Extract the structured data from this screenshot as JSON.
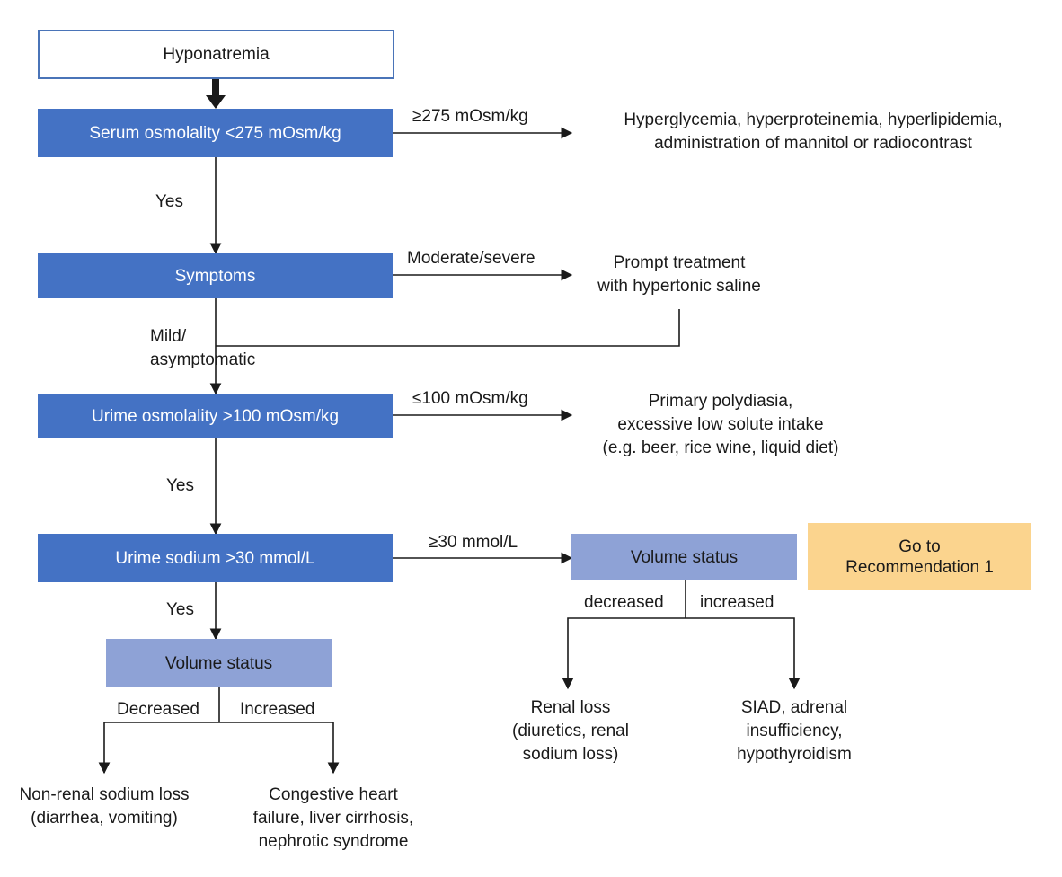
{
  "colors": {
    "decision_box": "#4472c4",
    "volume_status_box": "#8ea2d6",
    "recommendation_box": "#fbd48e",
    "start_box_border": "#4a74b8",
    "line": "#1a1a1a"
  },
  "nodes": {
    "start": "Hyponatremia",
    "serum_osmolality": "Serum osmolality <275 mOsm/kg",
    "symptoms": "Symptoms",
    "urine_osmolality": "Urime osmolality >100 mOsm/kg",
    "urine_sodium": "Urime sodium >30 mmol/L",
    "volume_status_left": "Volume status",
    "volume_status_right": "Volume status",
    "go_to_recommendation": "Go to\nRecommendation 1"
  },
  "branch_labels": {
    "osm_high": "≥275 mOsm/kg",
    "yes_1": "Yes",
    "moderate_severe": "Moderate/severe",
    "mild_asymptomatic": "Mild/\nasymptomatic",
    "urine_osm_low": "≤100 mOsm/kg",
    "yes_2": "Yes",
    "sodium_high": "≥30 mmol/L",
    "yes_3": "Yes",
    "decreased_right": "decreased",
    "increased_right": "increased",
    "decreased_left": "Decreased",
    "increased_left": "Increased"
  },
  "outcomes": {
    "hyperglycemia": "Hyperglycemia, hyperproteinemia, hyperlipidemia,\nadministration of mannitol or radiocontrast",
    "prompt_treatment": "Prompt treatment\nwith hypertonic saline",
    "primary_polydipsia": "Primary polydiasia,\nexcessive low solute intake\n(e.g. beer, rice wine, liquid diet)",
    "renal_loss": "Renal loss\n(diuretics, renal\nsodium loss)",
    "siad": "SIAD, adrenal\ninsufficiency,\nhypothyroidism",
    "non_renal_loss": "Non-renal sodium loss\n(diarrhea, vomiting)",
    "congestive": "Congestive heart\nfailure, liver cirrhosis,\nnephrotic syndrome"
  }
}
